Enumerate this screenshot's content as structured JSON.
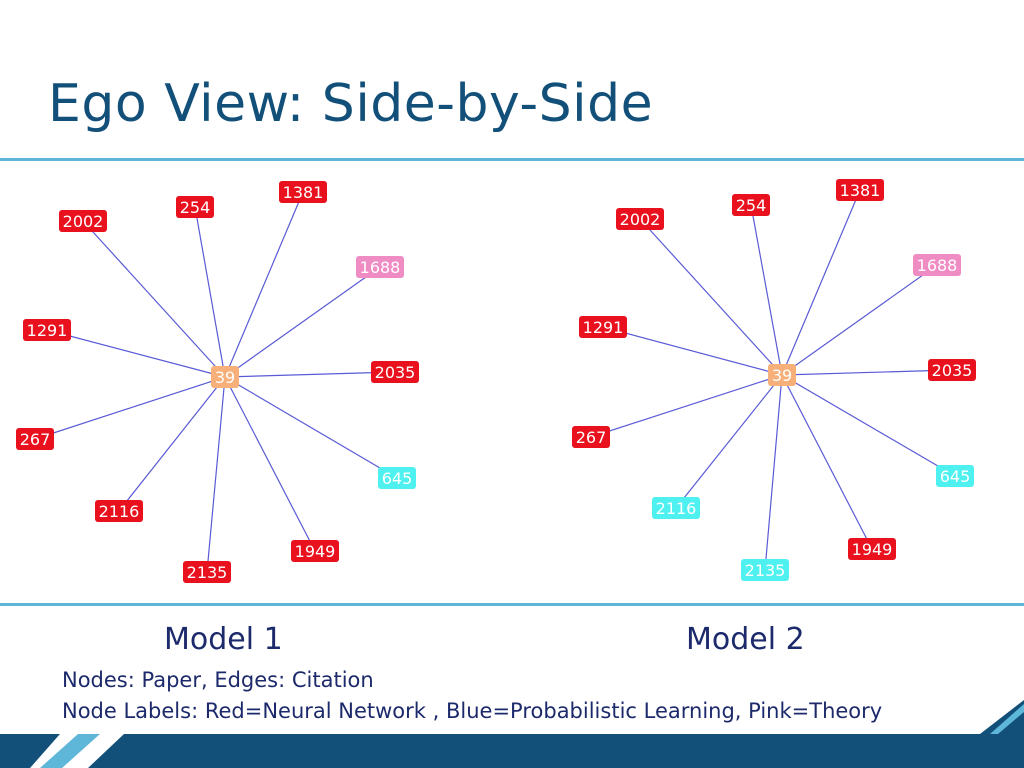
{
  "slide": {
    "title": "Ego View: Side-by-Side"
  },
  "legend_colors": {
    "red": "#e8111d",
    "blue": "#4ef0f0",
    "pink": "#f08cc4",
    "ego": "#f7b07a",
    "edge": "#5a5ad6"
  },
  "graphs": [
    {
      "label": "Model 1",
      "ego": {
        "label": "39",
        "color": "red"
      },
      "nodes": [
        {
          "label": "2002",
          "color": "red"
        },
        {
          "label": "254",
          "color": "red"
        },
        {
          "label": "1381",
          "color": "red"
        },
        {
          "label": "1688",
          "color": "pink"
        },
        {
          "label": "1291",
          "color": "red"
        },
        {
          "label": "2035",
          "color": "red"
        },
        {
          "label": "267",
          "color": "red"
        },
        {
          "label": "645",
          "color": "blue"
        },
        {
          "label": "2116",
          "color": "red"
        },
        {
          "label": "1949",
          "color": "red"
        },
        {
          "label": "2135",
          "color": "red"
        }
      ]
    },
    {
      "label": "Model 2",
      "ego": {
        "label": "39",
        "color": "pink"
      },
      "nodes": [
        {
          "label": "2002",
          "color": "red"
        },
        {
          "label": "254",
          "color": "red"
        },
        {
          "label": "1381",
          "color": "red"
        },
        {
          "label": "1688",
          "color": "pink"
        },
        {
          "label": "1291",
          "color": "red"
        },
        {
          "label": "2035",
          "color": "red"
        },
        {
          "label": "267",
          "color": "red"
        },
        {
          "label": "645",
          "color": "blue"
        },
        {
          "label": "2116",
          "color": "blue"
        },
        {
          "label": "1949",
          "color": "red"
        },
        {
          "label": "2135",
          "color": "blue"
        }
      ]
    }
  ],
  "captions": {
    "line1": "Nodes: Paper, Edges: Citation",
    "line2": "Node Labels: Red=Neural Network , Blue=Probabilistic  Learning, Pink=Theory"
  }
}
